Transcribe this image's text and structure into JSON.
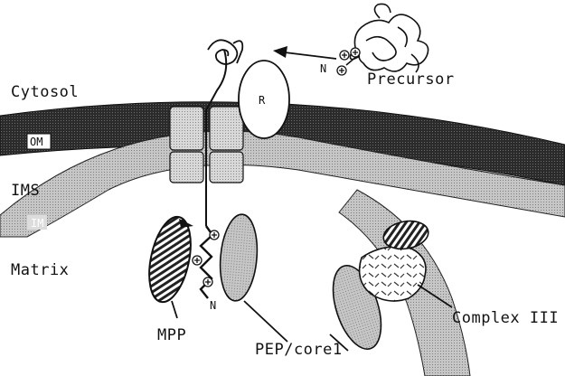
{
  "labels": {
    "cytosol": "Cytosol",
    "ims": "IMS",
    "matrix": "Matrix",
    "om": "OM",
    "im": "IM",
    "receptor": "R",
    "precursor": "Precursor",
    "n_precursor": "N",
    "n_import": "N",
    "mpp": "MPP",
    "pep_core1": "PEP/core1",
    "complex3": "Complex III"
  },
  "colors": {
    "outer_membrane": "#2a2a2a",
    "inner_membrane": "#b8b8b8",
    "ink": "#111111",
    "background": "#ffffff"
  },
  "icons": {
    "arrow": "left-arrow-icon",
    "charge": "plus-circle-icon"
  }
}
